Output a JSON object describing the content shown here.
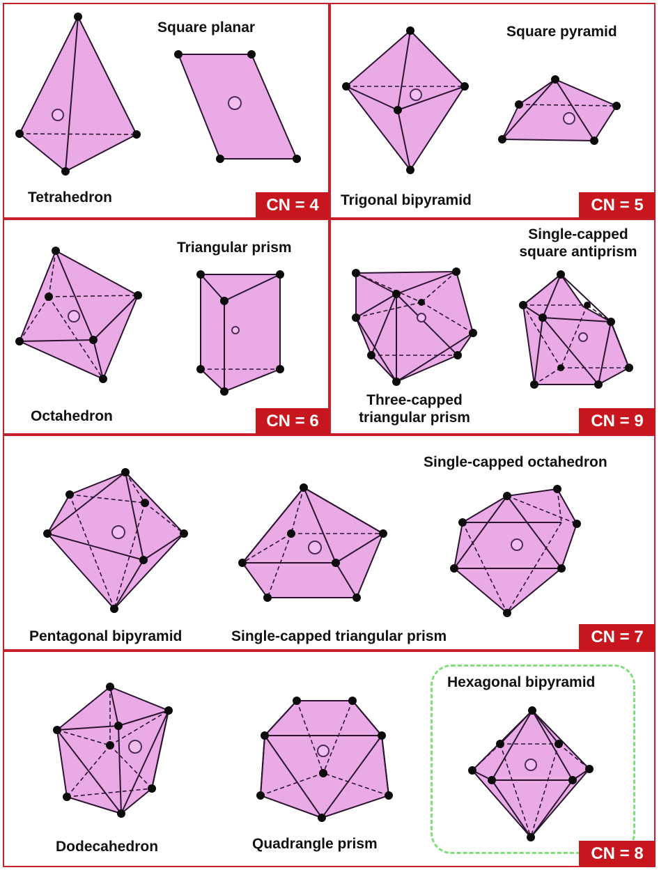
{
  "panels": {
    "cn4": {
      "badge": "CN = 4",
      "shapes": [
        "Tetrahedron",
        "Square planar"
      ]
    },
    "cn5": {
      "badge": "CN = 5",
      "shapes": [
        "Trigonal bipyramid",
        "Square pyramid"
      ]
    },
    "cn6": {
      "badge": "CN = 6",
      "shapes": [
        "Octahedron",
        "Triangular prism"
      ]
    },
    "cn9": {
      "badge": "CN = 9",
      "shapes": [
        "Three-capped triangular prism",
        "Single-capped square antiprism"
      ],
      "label_lines": {
        "three_capped": [
          "Three-capped",
          "triangular prism"
        ],
        "single_capped": [
          "Single-capped",
          "square antiprism"
        ]
      }
    },
    "cn7": {
      "badge": "CN = 7",
      "shapes": [
        "Pentagonal bipyramid",
        "Single-capped triangular prism",
        "Single-capped octahedron"
      ]
    },
    "cn8": {
      "badge": "CN = 8",
      "shapes": [
        "Dodecahedron",
        "Quadrangle prism",
        "Hexagonal bipyramid"
      ]
    }
  },
  "colors": {
    "panel_border": "#c8202a",
    "badge_bg": "#c8161e",
    "polyhedron_fill": "#e7a3e4",
    "vertex": "#0c0c0c",
    "highlight_dash": "#7fe07a"
  }
}
